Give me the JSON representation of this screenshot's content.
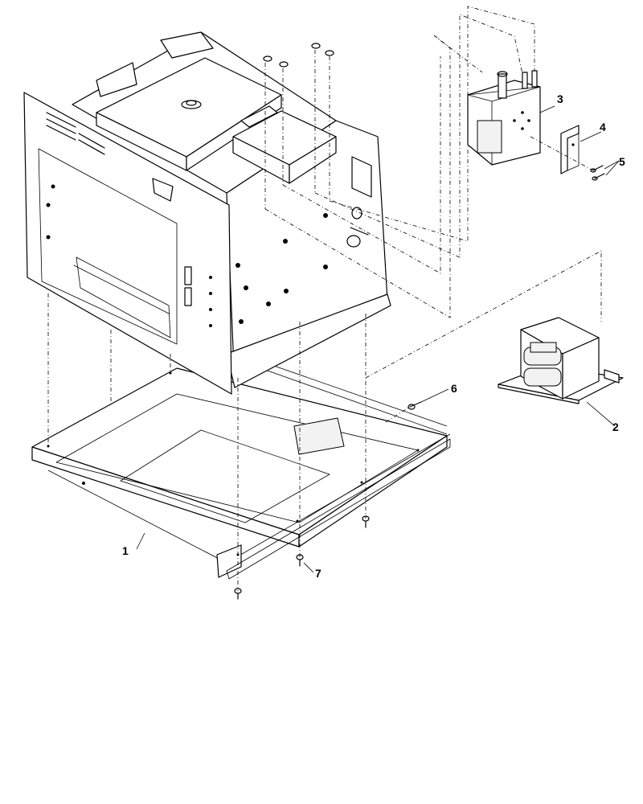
{
  "diagram": {
    "callouts": [
      {
        "id": "1",
        "label": "1",
        "part": "base-pan"
      },
      {
        "id": "2",
        "label": "2",
        "part": "transformer"
      },
      {
        "id": "3",
        "label": "3",
        "part": "magnetron"
      },
      {
        "id": "4",
        "label": "4",
        "part": "bracket"
      },
      {
        "id": "5",
        "label": "5",
        "part": "bracket-screws"
      },
      {
        "id": "6",
        "label": "6",
        "part": "side-screw"
      },
      {
        "id": "7",
        "label": "7",
        "part": "base-screws"
      }
    ]
  }
}
